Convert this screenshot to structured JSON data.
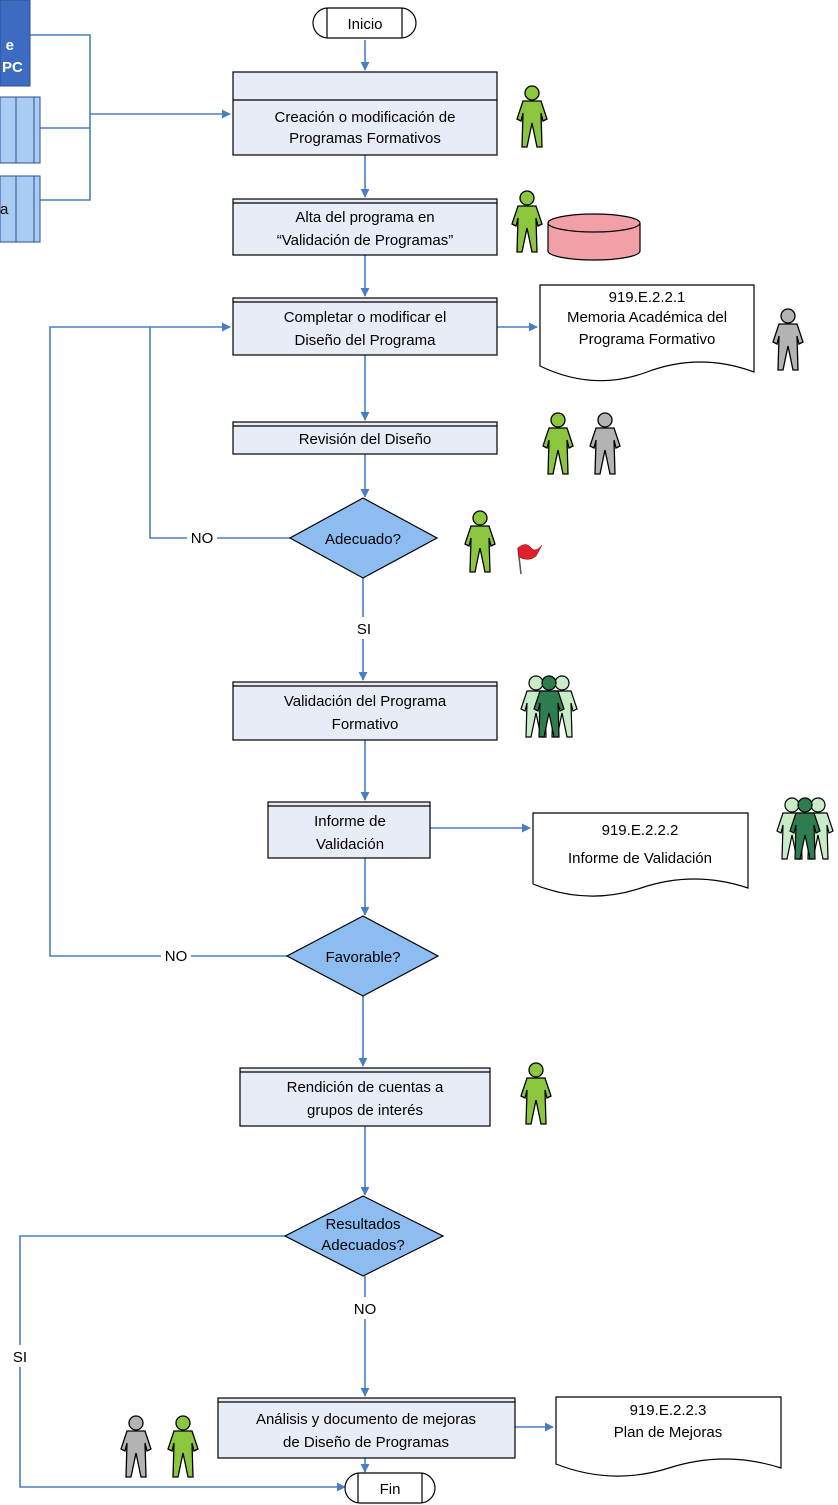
{
  "colors": {
    "process_fill": "#E8ECF7",
    "decision_fill": "#8DBDF0",
    "connector": "#4A7EC4",
    "external_dark": "#3D6BC1",
    "external_light": "#A9CCF5",
    "database": "#F2A0A8",
    "actor_green": "#8CC63F",
    "actor_gray": "#B3B3B3",
    "group_dark": "#2E7D4F",
    "group_light": "#C8EBC8"
  },
  "external_inputs": {
    "box1_line1": "e",
    "box1_line2": "PC",
    "box3_text": "a"
  },
  "nodes": {
    "start": "Inicio",
    "p1_line1": "Creación o modificación de",
    "p1_line2": "Programas Formativos",
    "p2_line1": "Alta del programa en",
    "p2_line2": "“Validación de Programas”",
    "p3_line1": "Completar o modificar el",
    "p3_line2": "Diseño del Programa",
    "p4": "Revisión del Diseño",
    "d1": "Adecuado?",
    "p5_line1": "Validación del Programa",
    "p5_line2": "Formativo",
    "p6_line1": "Informe de",
    "p6_line2": "Validación",
    "d2": "Favorable?",
    "p7_line1": "Rendición de cuentas a",
    "p7_line2": "grupos de interés",
    "d3_line1": "Resultados",
    "d3_line2": "Adecuados?",
    "p8_line1": "Análisis y documento de mejoras",
    "p8_line2": "de Diseño de Programas",
    "end": "Fin"
  },
  "documents": {
    "doc1_line1": "919.E.2.2.1",
    "doc1_line2": "Memoria Académica del",
    "doc1_line3": "Programa Formativo",
    "doc2_line1": "919.E.2.2.2",
    "doc2_line2": "Informe de Validación",
    "doc3_line1": "919.E.2.2.3",
    "doc3_line2": "Plan de Mejoras"
  },
  "edge_labels": {
    "d1_no": "NO",
    "d1_si": "SI",
    "d2_no": "NO",
    "d3_no": "NO",
    "d3_si": "SI"
  },
  "icons": [
    "actor-green-icon",
    "actor-gray-icon",
    "actor-group-icon",
    "database-icon",
    "flag-icon"
  ]
}
